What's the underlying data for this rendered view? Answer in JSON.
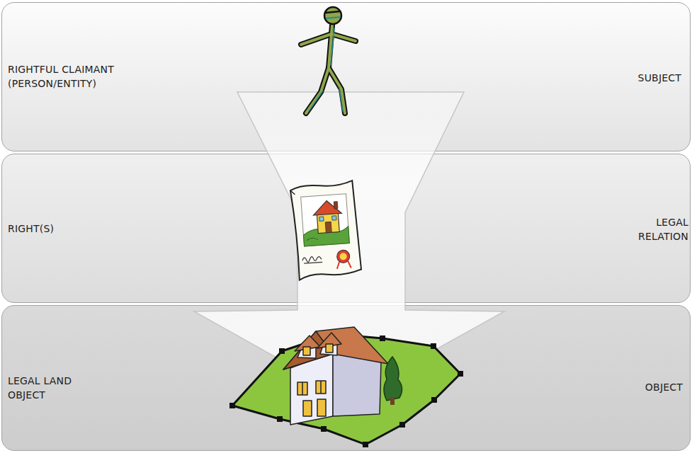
{
  "diagram": {
    "nodes": [
      {
        "text": [
          "RIGHTFUL CLAIMANT (PERSON/ENTITY)",
          "SUBJECT"
        ]
      },
      {
        "text": [
          "RIGHT(S)",
          "LEGAL RELATION"
        ]
      },
      {
        "text": [
          "LEGAL LAND OBJECT",
          "OBJECT"
        ]
      }
    ]
  }
}
